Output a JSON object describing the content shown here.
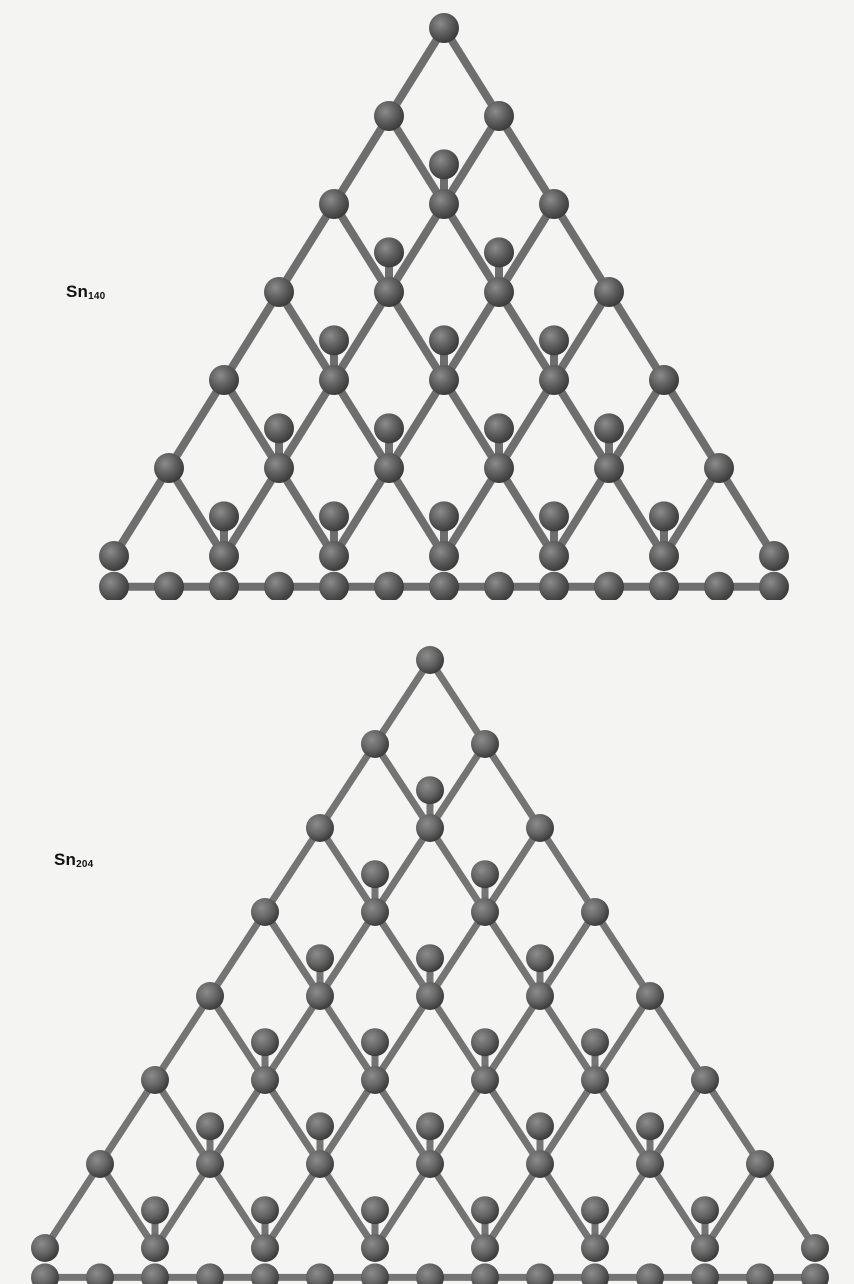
{
  "figure": {
    "clusters": [
      {
        "element": "Sn",
        "size": "140",
        "atom_color": "#5e5e5e",
        "bond_color": "#6e6e6e",
        "layers": 6
      },
      {
        "element": "Sn",
        "size": "204",
        "atom_color": "#666666",
        "bond_color": "#747474",
        "layers": 7
      }
    ]
  }
}
